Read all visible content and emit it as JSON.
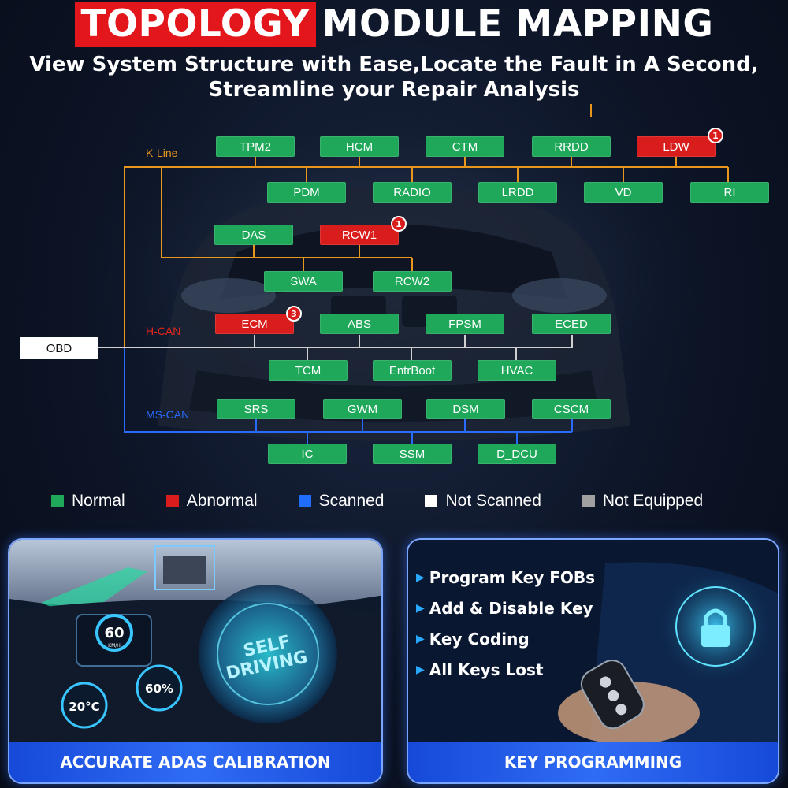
{
  "header": {
    "title_highlight": "TOPOLOGY",
    "title_rest": "MODULE MAPPING",
    "subtitle_line1": "View System Structure with Ease,Locate the Fault in A Second,",
    "subtitle_line2": "Streamline your Repair Analysis"
  },
  "buses": {
    "k_line": "K-Line",
    "h_can": "H-CAN",
    "ms_can": "MS-CAN"
  },
  "obd": "OBD",
  "modules": {
    "TPM2": {
      "label": "TPM2",
      "status": "normal"
    },
    "HCM": {
      "label": "HCM",
      "status": "normal"
    },
    "CTM": {
      "label": "CTM",
      "status": "normal"
    },
    "RRDD": {
      "label": "RRDD",
      "status": "normal"
    },
    "LDW": {
      "label": "LDW",
      "status": "abnormal",
      "fault_count": "1"
    },
    "PDM": {
      "label": "PDM",
      "status": "normal"
    },
    "RADIO": {
      "label": "RADIO",
      "status": "normal"
    },
    "LRDD": {
      "label": "LRDD",
      "status": "normal"
    },
    "VD": {
      "label": "VD",
      "status": "normal"
    },
    "RI": {
      "label": "RI",
      "status": "normal"
    },
    "DAS": {
      "label": "DAS",
      "status": "normal"
    },
    "RCW1": {
      "label": "RCW1",
      "status": "abnormal",
      "fault_count": "1"
    },
    "SWA": {
      "label": "SWA",
      "status": "normal"
    },
    "RCW2": {
      "label": "RCW2",
      "status": "normal"
    },
    "ECM": {
      "label": "ECM",
      "status": "abnormal",
      "fault_count": "3"
    },
    "ABS": {
      "label": "ABS",
      "status": "normal"
    },
    "FPSM": {
      "label": "FPSM",
      "status": "normal"
    },
    "ECED": {
      "label": "ECED",
      "status": "normal"
    },
    "TCM": {
      "label": "TCM",
      "status": "normal"
    },
    "EntrBoot": {
      "label": "EntrBoot",
      "status": "normal"
    },
    "HVAC": {
      "label": "HVAC",
      "status": "normal"
    },
    "SRS": {
      "label": "SRS",
      "status": "normal"
    },
    "GWM": {
      "label": "GWM",
      "status": "normal"
    },
    "DSM": {
      "label": "DSM",
      "status": "normal"
    },
    "CSCM": {
      "label": "CSCM",
      "status": "normal"
    },
    "IC": {
      "label": "IC",
      "status": "normal"
    },
    "SSM": {
      "label": "SSM",
      "status": "normal"
    },
    "D_DCU": {
      "label": "D_DCU",
      "status": "normal"
    }
  },
  "legend": [
    {
      "label": "Normal",
      "color": "#1fa85a"
    },
    {
      "label": "Abnormal",
      "color": "#d91c1c"
    },
    {
      "label": "Scanned",
      "color": "#1f6dff"
    },
    {
      "label": "Not Scanned",
      "color": "#ffffff"
    },
    {
      "label": "Not Equipped",
      "color": "#a0a0a0"
    }
  ],
  "colors": {
    "normal": "#1fa85a",
    "abnormal": "#d91c1c",
    "k_line_wire": "#e8961c",
    "h_can_wire": "#d0d0d0",
    "ms_can_wire": "#2a6bff",
    "k_line_label": "#e8961c",
    "h_can_label": "#e8261c",
    "ms_can_label": "#2a6bff"
  },
  "adas_panel": {
    "speed": "60",
    "speed_unit": "KM/H",
    "temperature": "20°C",
    "percent": "60%",
    "wheel_text_1": "SELF",
    "wheel_text_2": "DRIVING",
    "caption": "ACCURATE ADAS CALIBRATION"
  },
  "key_panel": {
    "features": [
      "Program Key FOBs",
      "Add & Disable Key",
      "Key Coding",
      "All Keys Lost"
    ],
    "caption": "KEY PROGRAMMING"
  }
}
